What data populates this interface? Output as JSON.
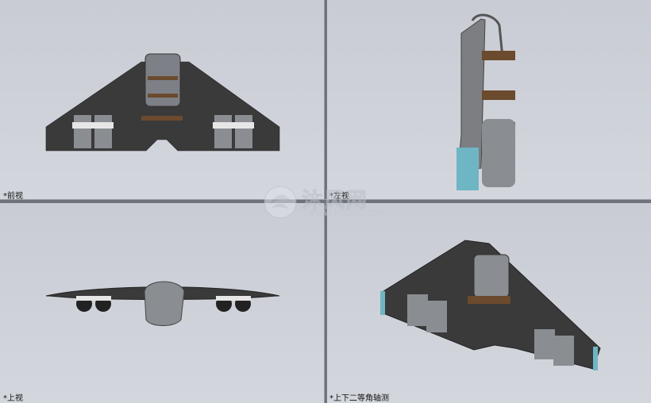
{
  "viewports": [
    {
      "id": "front",
      "label": "*前视"
    },
    {
      "id": "left",
      "label": "*左视"
    },
    {
      "id": "top",
      "label": "*上视"
    },
    {
      "id": "iso",
      "label": "*上下二等角轴测"
    }
  ],
  "watermark": {
    "title": "沐风网",
    "url": "www.mfcad.com"
  },
  "colors": {
    "wing": "#3d3d3d",
    "engine": "#8a8d92",
    "harness": "#6b4a2e",
    "fin": "#6fb6c4"
  }
}
